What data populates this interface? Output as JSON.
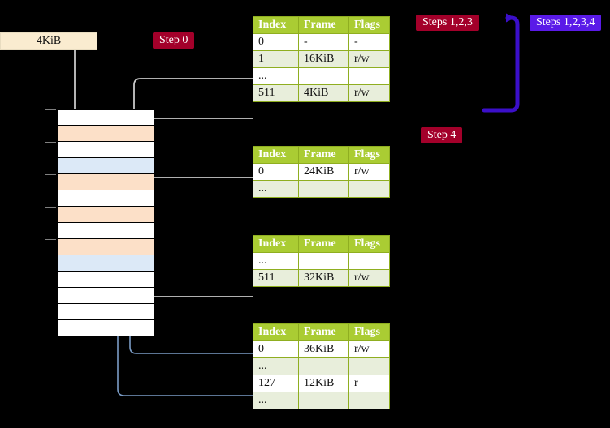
{
  "labels": {
    "page_size": "4KiB",
    "step0": "Step 0",
    "step4": "Step 4",
    "steps123": "Steps 1,2,3",
    "steps1234": "Steps 1,2,3,4"
  },
  "colors": {
    "table_header": "#aacc33",
    "table_alt_row": "#e8eedb",
    "highlight": "#ffffa8",
    "pill_red": "#a3002a",
    "pill_purple": "#5a1ae8",
    "mem_peach": "#fce0c8",
    "mem_blue": "#dce9f7",
    "kib_box": "#faecd0",
    "wire_gray": "#b8b8b8",
    "wire_blue": "#7a9cc6"
  },
  "columns": {
    "index": "Index",
    "frame": "Frame",
    "flags": "Flags"
  },
  "tables": [
    {
      "id": "table-0",
      "rows": [
        {
          "index": "0",
          "frame": "-",
          "flags": "-",
          "style": "plain",
          "highlight": false
        },
        {
          "index": "1",
          "frame": "16KiB",
          "flags": "r/w",
          "style": "alt",
          "highlight": false
        },
        {
          "index": "...",
          "frame": "",
          "flags": "",
          "style": "plain",
          "highlight": false
        },
        {
          "index": "511",
          "frame": "4KiB",
          "flags": "r/w",
          "style": "alt",
          "highlight": true
        }
      ]
    },
    {
      "id": "table-1",
      "rows": [
        {
          "index": "0",
          "frame": "24KiB",
          "flags": "r/w",
          "style": "plain",
          "highlight": false
        },
        {
          "index": "...",
          "frame": "",
          "flags": "",
          "style": "alt",
          "highlight": false
        }
      ]
    },
    {
      "id": "table-2",
      "rows": [
        {
          "index": "...",
          "frame": "",
          "flags": "",
          "style": "plain",
          "highlight": false
        },
        {
          "index": "511",
          "frame": "32KiB",
          "flags": "r/w",
          "style": "alt",
          "highlight": false
        }
      ]
    },
    {
      "id": "table-3",
      "rows": [
        {
          "index": "0",
          "frame": "36KiB",
          "flags": "r/w",
          "style": "plain",
          "highlight": false
        },
        {
          "index": "...",
          "frame": "",
          "flags": "",
          "style": "alt",
          "highlight": false
        },
        {
          "index": "127",
          "frame": "12KiB",
          "flags": "r",
          "style": "plain",
          "highlight": false
        },
        {
          "index": "...",
          "frame": "",
          "flags": "",
          "style": "alt",
          "highlight": false
        }
      ]
    }
  ],
  "memory_rows": [
    {
      "fill": "#ffffff",
      "tick": true
    },
    {
      "fill": "#fce0c8",
      "tick": true
    },
    {
      "fill": "#ffffff",
      "tick": true
    },
    {
      "fill": "#dce9f7",
      "tick": false
    },
    {
      "fill": "#fce0c8",
      "tick": true
    },
    {
      "fill": "#ffffff",
      "tick": false
    },
    {
      "fill": "#fce0c8",
      "tick": true
    },
    {
      "fill": "#ffffff",
      "tick": false
    },
    {
      "fill": "#fce0c8",
      "tick": true
    },
    {
      "fill": "#dce9f7",
      "tick": false
    },
    {
      "fill": "#ffffff",
      "tick": false
    },
    {
      "fill": "#ffffff",
      "tick": false
    },
    {
      "fill": "#ffffff",
      "tick": false
    },
    {
      "fill": "#ffffff",
      "tick": false
    }
  ]
}
